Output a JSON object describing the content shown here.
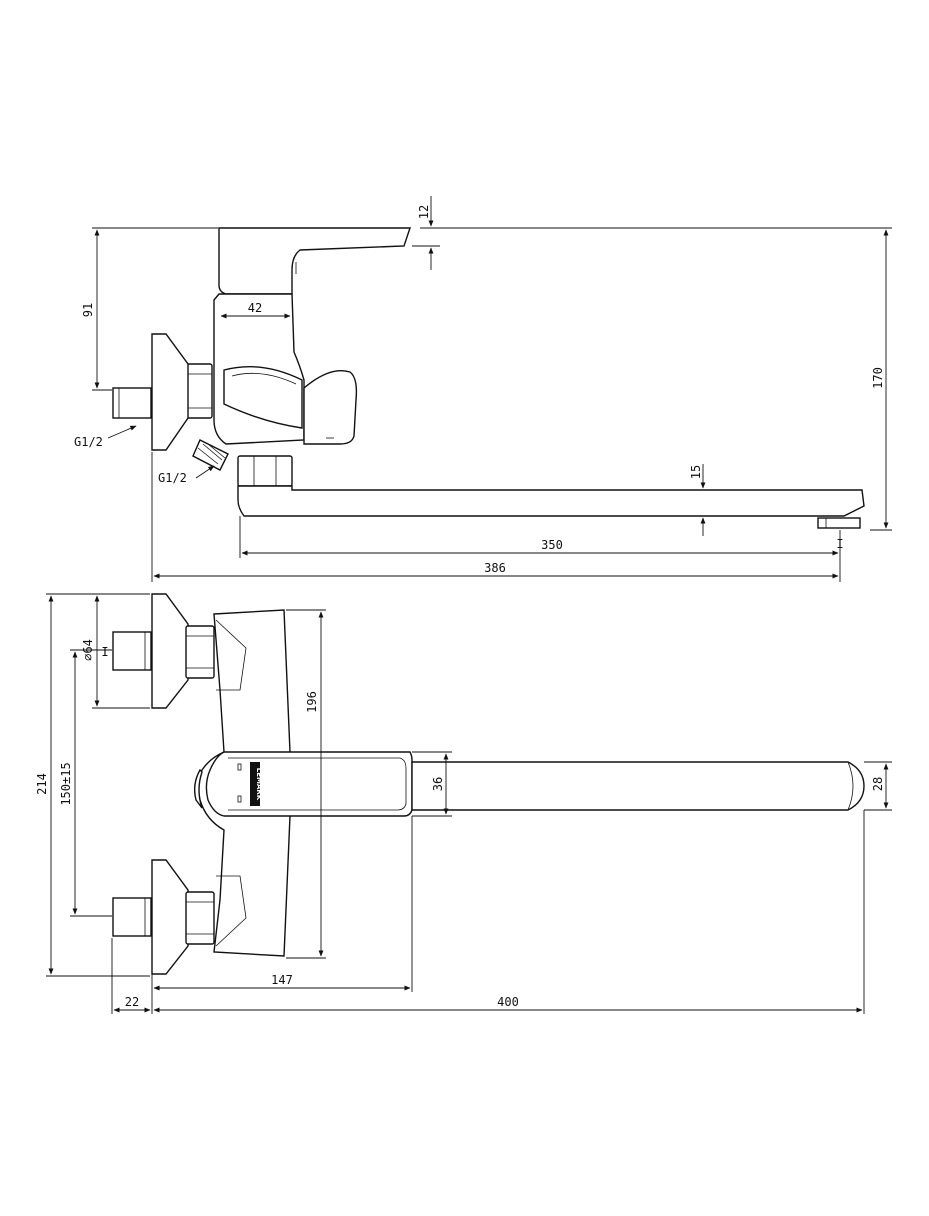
{
  "dimensions": {
    "handle_thickness": "12",
    "handle_drop": "91",
    "body_width": "42",
    "overall_height": "170",
    "spout_height": "15",
    "spout_length": "350",
    "total_length": "386",
    "inlet_thread_a": "G1/2",
    "inlet_thread_b": "G1/2",
    "flange_diameter": "⌀64",
    "total_width": "214",
    "inlet_spacing": "150±15",
    "body_length": "196",
    "body_depth": "36",
    "spout_width": "28",
    "body_to_spout": "147",
    "inlet_offset": "22",
    "spout_reach": "400",
    "tick_1": "I",
    "tick_2": "I"
  },
  "brand": {
    "logo_text": "LEMARK"
  }
}
